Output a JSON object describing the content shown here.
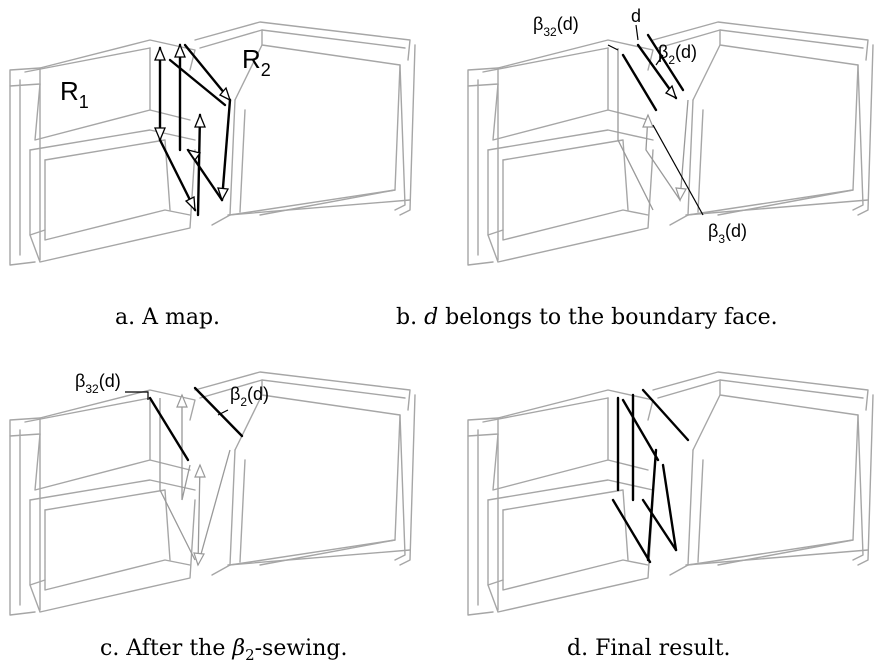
{
  "labels": {
    "region1": "R",
    "region1_sub": "1",
    "region2": "R",
    "region2_sub": "2",
    "dart_d": "d",
    "beta2_d": "β",
    "beta2_d_sub": "2",
    "beta2_d_arg": "(d)",
    "beta32_d": "β",
    "beta32_d_sub": "32",
    "beta32_d_arg": "(d)",
    "beta3_d": "β",
    "beta3_d_sub": "3",
    "beta3_d_arg": "(d)"
  },
  "captions": {
    "a": "a. A map.",
    "b_prefix": "b. ",
    "b_var": "d",
    "b_suffix": " belongs to the boundary face.",
    "c_prefix": "c. After the ",
    "c_var": "β",
    "c_sub": "2",
    "c_suffix": "-sewing.",
    "d": "d. Final result."
  }
}
